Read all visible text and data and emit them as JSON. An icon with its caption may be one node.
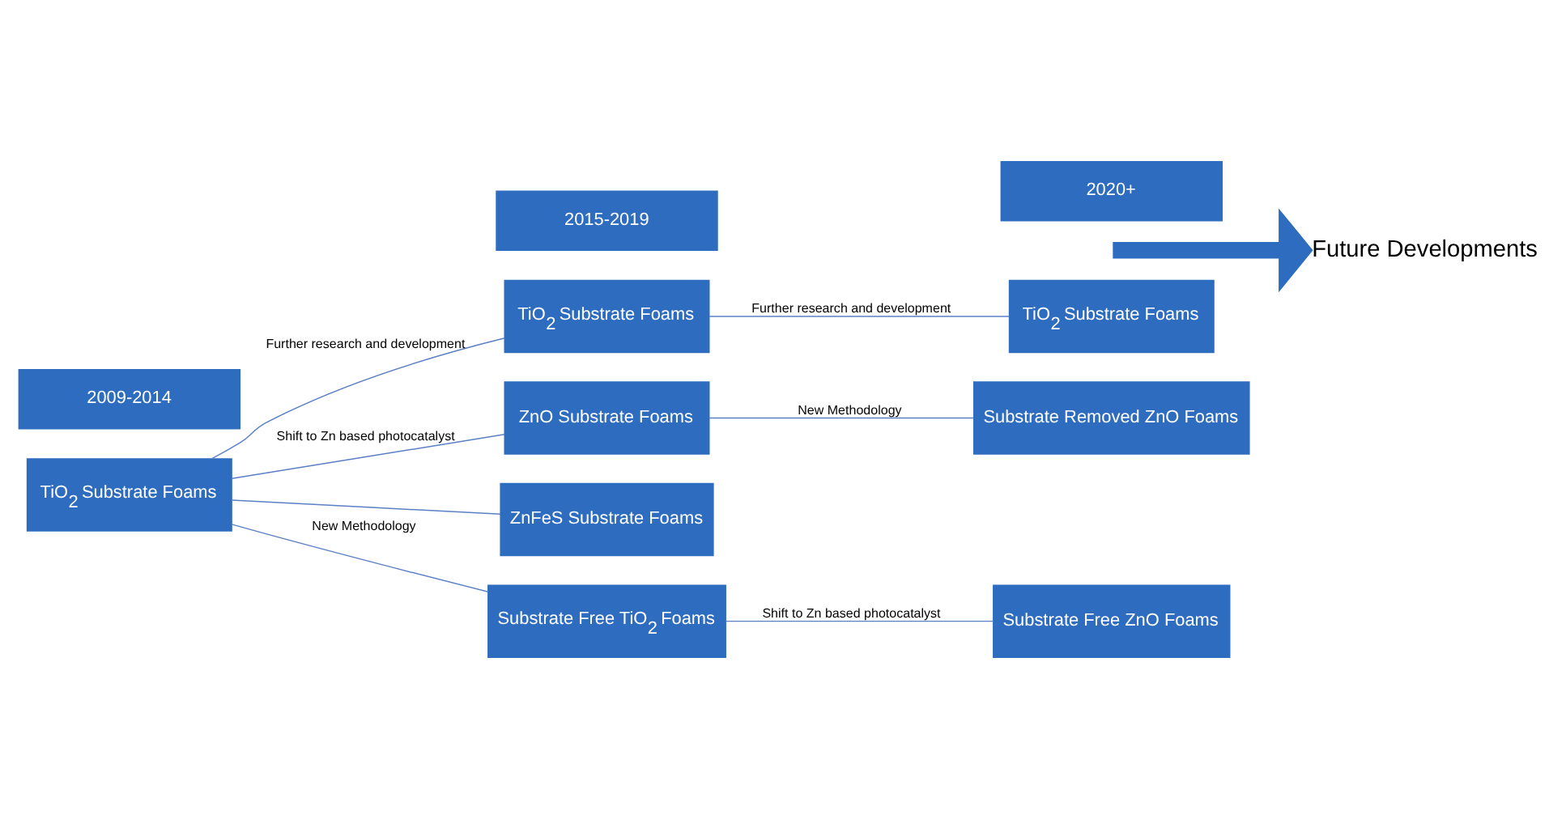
{
  "diagram": {
    "nodes": [
      {
        "text": [
          "TiO$_{2}$ Substrate Foams"
        ]
      },
      {
        "text": [
          "TiO$_{2}$ Substrate Foams"
        ]
      },
      {
        "text": [
          "ZnO Substrate Foams"
        ]
      },
      {
        "text": [
          "ZnFeS Substrate Foams"
        ]
      },
      {
        "text": [
          "Substrate Free TiO$_{2}$ Foams"
        ]
      },
      {
        "text": [
          "TiO$_{2}$ Substrate Foams"
        ]
      },
      {
        "text": [
          "Substrate Removed ZnO Foams"
        ]
      },
      {
        "text": [
          "Substrate Free ZnO Foams"
        ]
      },
      {
        "text": [
          "Future Developments"
        ]
      },
      {
        "text": [
          "2009-2014"
        ]
      },
      {
        "text": [
          "2015-2019"
        ]
      },
      {
        "text": [
          "2020+"
        ]
      }
    ],
    "edges": [
      {
        "from": 0,
        "to": 1,
        "arrow": "none",
        "label": "Further research and development"
      },
      {
        "from": 0,
        "to": 2,
        "arrow": "none",
        "label": "Shift to Zn based photocatalyst"
      },
      {
        "from": 0,
        "to": 3,
        "arrow": "none"
      },
      {
        "from": 0,
        "to": 4,
        "arrow": "none",
        "label": "New Methodology"
      },
      {
        "from": 1,
        "to": 5,
        "arrow": "none",
        "label": "Further research and development"
      },
      {
        "from": 2,
        "to": 6,
        "arrow": "none",
        "label": "New Methodology"
      },
      {
        "from": 4,
        "to": 7,
        "arrow": "none",
        "label": "Shift to Zn based photocatalyst"
      },
      {
        "from": null,
        "to": 8,
        "arrow": "to",
        "style": "thick",
        "color": "#2e6cbf"
      }
    ]
  }
}
